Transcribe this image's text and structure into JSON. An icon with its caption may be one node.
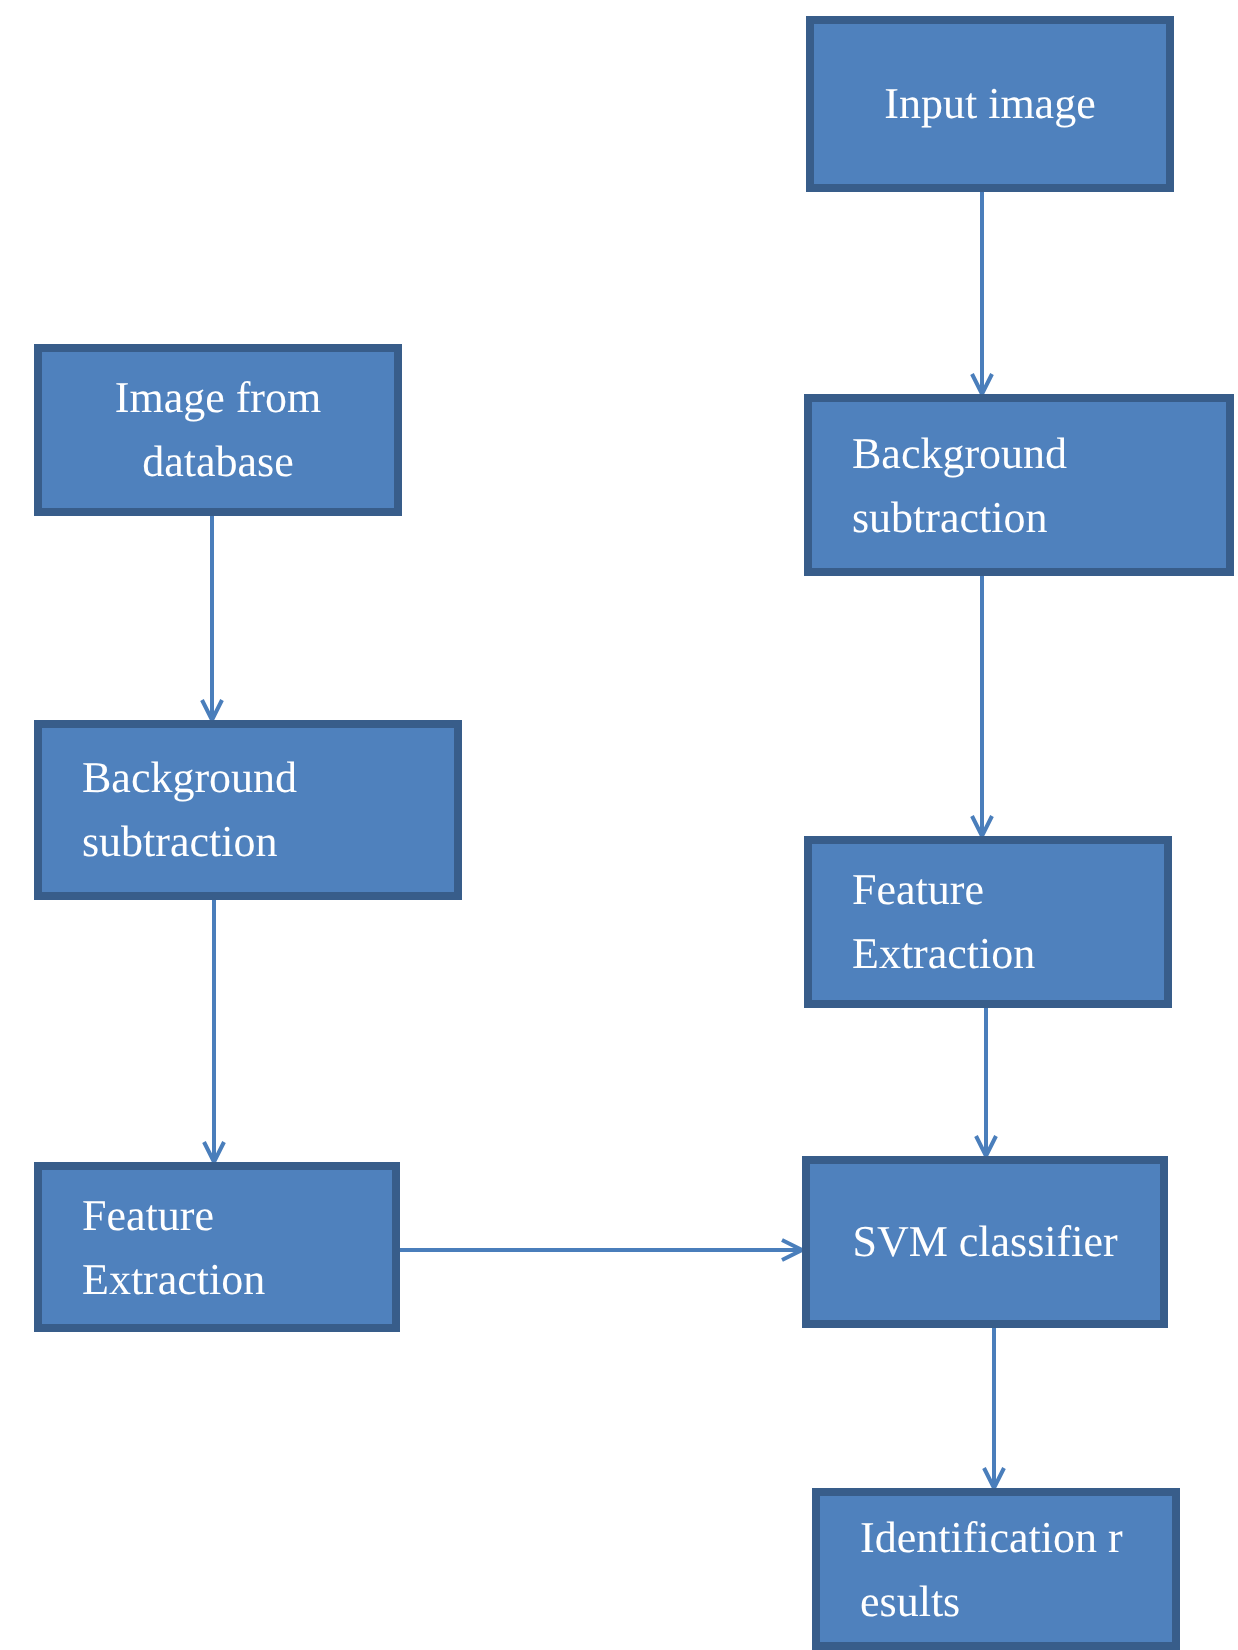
{
  "diagram": {
    "nodes": [
      {
        "text": [
          "Input image"
        ]
      },
      {
        "text": [
          "Background subtraction"
        ]
      },
      {
        "text": [
          "Feature Extraction"
        ]
      },
      {
        "text": [
          "SVM classifier"
        ]
      },
      {
        "text": [
          "Identification results"
        ]
      },
      {
        "text": [
          "Image from database"
        ]
      },
      {
        "text": [
          "Background subtraction"
        ]
      },
      {
        "text": [
          "Feature Extraction"
        ]
      }
    ],
    "edges": [
      {
        "from": 0,
        "to": 1,
        "arrow": "to"
      },
      {
        "from": 1,
        "to": 2,
        "arrow": "to"
      },
      {
        "from": 2,
        "to": 3,
        "arrow": "to"
      },
      {
        "from": 3,
        "to": 4,
        "arrow": "to"
      },
      {
        "from": 5,
        "to": 6,
        "arrow": "to"
      },
      {
        "from": 6,
        "to": 7,
        "arrow": "to"
      },
      {
        "from": 7,
        "to": 3,
        "arrow": "to"
      }
    ]
  }
}
